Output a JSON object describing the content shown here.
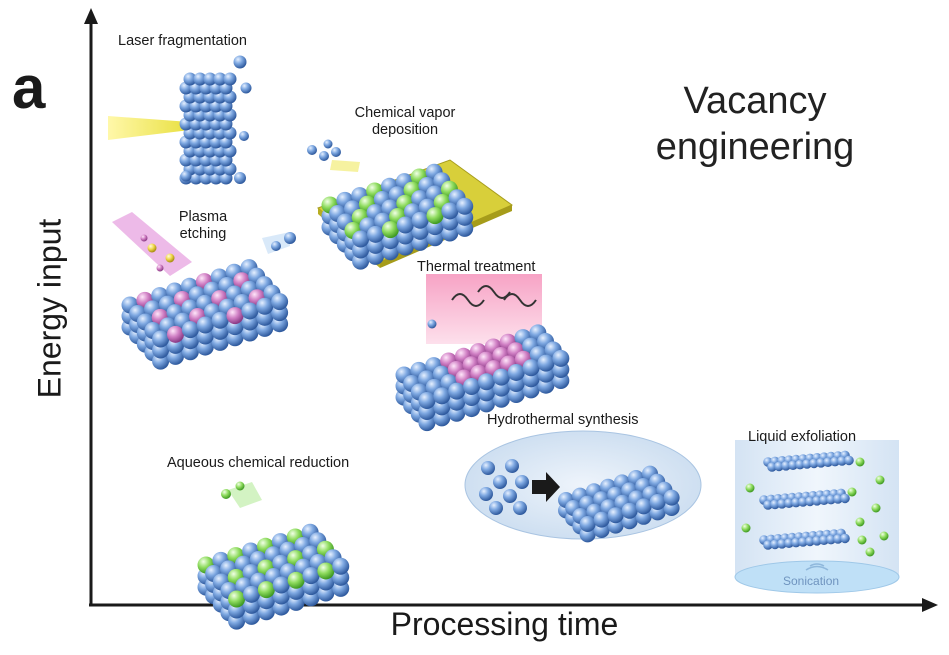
{
  "panel_label": "a",
  "title_line1": "Vacancy",
  "title_line2": "engineering",
  "x_axis_label": "Processing time",
  "y_axis_label": "Energy input",
  "methods": {
    "laser": "Laser fragmentation",
    "cvd_line1": "Chemical vapor",
    "cvd_line2": "deposition",
    "plasma_line1": "Plasma",
    "plasma_line2": "etching",
    "thermal": "Thermal treatment",
    "hydrothermal": "Hydrothermal synthesis",
    "aqueous": "Aqueous chemical reduction",
    "liquid": "Liquid exfoliation",
    "sonication": "Sonication"
  },
  "colors": {
    "atom": "#6f9fdc",
    "atom_dark": "#3c6cb0",
    "dopant_green": "#9be070",
    "vacancy_pink": "#d77fc8",
    "laser_yellow": "#e8e34a",
    "substrate_yellow": "#d6cc3c",
    "heat_pink": "#f4a6c8",
    "axis": "#1a1a1a"
  }
}
